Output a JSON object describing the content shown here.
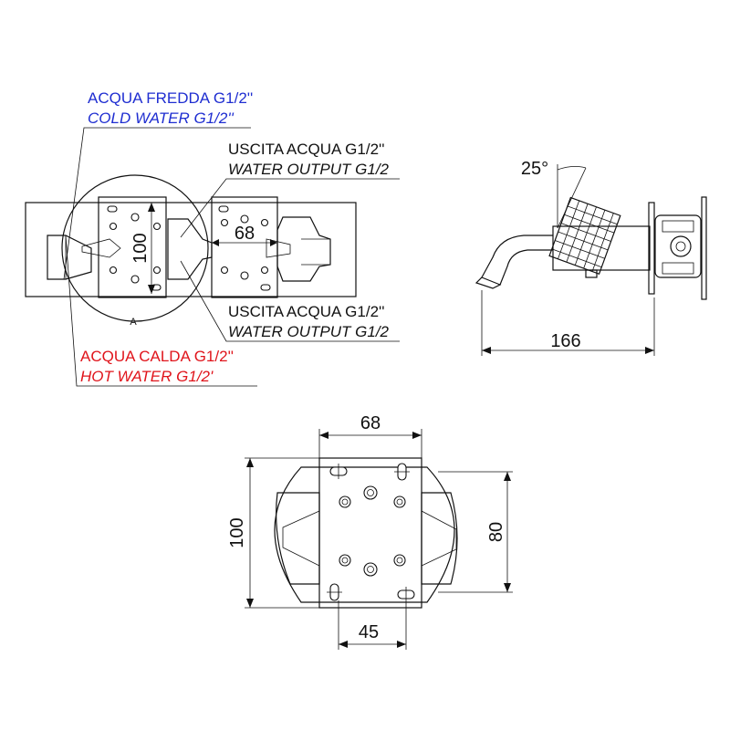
{
  "colors": {
    "cold": "#1f2ed1",
    "hot": "#e0141b",
    "line": "#111111"
  },
  "labels": {
    "cold_it": "ACQUA FREDDA G1/2''",
    "cold_en": "COLD WATER G1/2''",
    "out1_it": "USCITA ACQUA G1/2''",
    "out1_en": "WATER OUTPUT G1/2",
    "out2_it": "USCITA ACQUA G1/2''",
    "out2_en": "WATER OUTPUT G1/2",
    "hot_it": "ACQUA CALDA G1/2''",
    "hot_en": "HOT WATER G1/2'",
    "detail": "A"
  },
  "dimensions": {
    "front_height": "100",
    "front_spacing": "68",
    "side_angle": "25°",
    "side_length": "166",
    "plate_width": "68",
    "plate_height": "100",
    "body_height": "80",
    "holes_spacing": "45"
  }
}
